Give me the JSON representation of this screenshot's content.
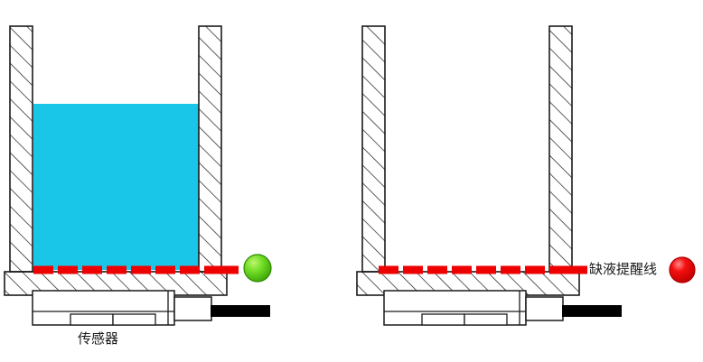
{
  "diagram": {
    "title_present": false,
    "type": "liquid-level-sensor-illustration",
    "panels": [
      {
        "id": "left",
        "state_name": "liquid-present",
        "liquid_filled": true,
        "indicator_color": "#5CD41A",
        "indicator_state": "green",
        "caption": "传感器"
      },
      {
        "id": "right",
        "state_name": "liquid-low",
        "liquid_filled": false,
        "indicator_color": "#F50000",
        "indicator_state": "red",
        "caption": "缺液提醒线"
      }
    ]
  },
  "labels": {
    "sensor": "传感器",
    "warning_line": "缺液提醒线"
  },
  "colors": {
    "liquid": "#19C6E8",
    "warning_line": "#EE0000",
    "indicator_green": "#5CD41A",
    "indicator_green_highlight": "#A8F05A",
    "indicator_red": "#F50000",
    "indicator_red_highlight": "#FF6A6A",
    "outline": "#1a1a1a",
    "cable": "#000000",
    "background": "#ffffff"
  },
  "icons": {
    "green_led": "status-led-green-icon",
    "red_led": "status-led-red-icon"
  }
}
